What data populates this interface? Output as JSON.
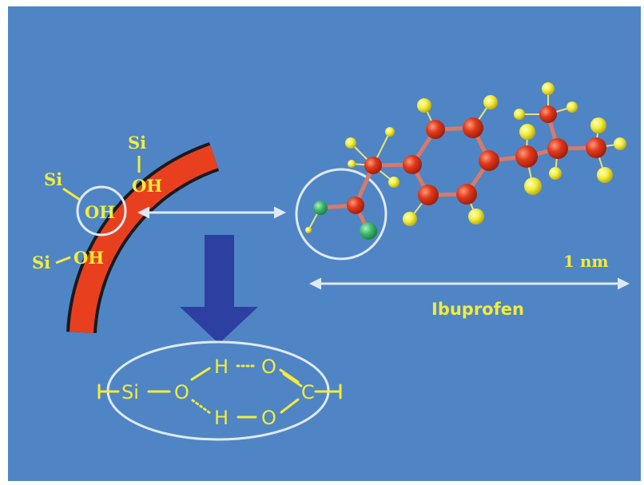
{
  "silica_labels": {
    "si_top": "Si",
    "oh_top": "OH",
    "si_mid": "Si",
    "oh_mid": "OH",
    "si_bottom": "Si",
    "oh_bottom": "OH"
  },
  "scale_label": "1 nm",
  "molecule_name": "Ibuprofen",
  "hbond_diagram": {
    "si": "Si",
    "o_left": "O",
    "h_top": "H",
    "o_top": "O",
    "h_bottom": "H",
    "o_bottom": "O",
    "c": "C"
  },
  "colors": {
    "background": "#4f85c5",
    "silica_arc": "#e8401f",
    "label_yellow": "#f2ec3a",
    "arrow_white": "#dfe9f4",
    "down_arrow": "#2e3fa2",
    "carbon_atom": "#e0391c",
    "hydrogen_atom": "#f2ec3a",
    "oxygen_atom": "#3bb86a"
  }
}
